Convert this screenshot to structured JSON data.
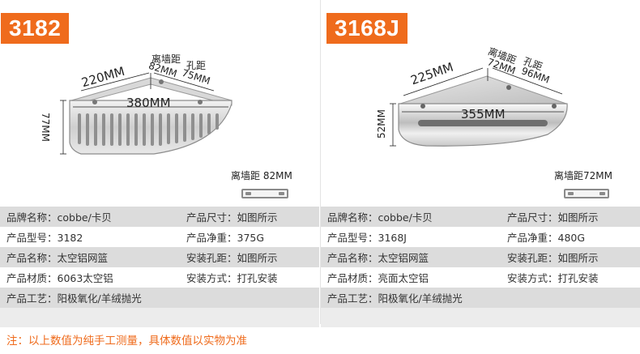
{
  "colors": {
    "accent": "#ef6b1c",
    "row_shaded": "#dcdcdc",
    "row_empty": "#ececec"
  },
  "products": [
    {
      "model": "3182",
      "dimensions": {
        "width": "220MM",
        "wall_distance_label": "离墙距",
        "hole_distance_label": "孔距",
        "wall_distance": "82MM",
        "hole_distance": "75MM",
        "length": "380MM",
        "height": "77MM"
      },
      "mount": {
        "label": "离墙距",
        "value": "82MM"
      },
      "specs": [
        {
          "left": "品牌名称：cobbe/卡贝",
          "right": "产品尺寸：如图所示"
        },
        {
          "left": "产品型号：3182",
          "right": "产品净重：375G"
        },
        {
          "left": "产品名称：太空铝网篮",
          "right": "安装孔距：如图所示"
        },
        {
          "left": "产品材质：6063太空铝",
          "right": "安装方式：打孔安装"
        },
        {
          "left": "产品工艺：阳极氧化/羊绒抛光",
          "right": ""
        }
      ]
    },
    {
      "model": "3168J",
      "dimensions": {
        "width": "225MM",
        "wall_distance_label": "离墙距",
        "hole_distance_label": "孔距",
        "wall_distance": "72MM",
        "hole_distance": "96MM",
        "length": "355MM",
        "height": "52MM"
      },
      "mount": {
        "label": "离墙距",
        "value": "72MM"
      },
      "specs": [
        {
          "left": "品牌名称：cobbe/卡贝",
          "right": "产品尺寸：如图所示"
        },
        {
          "left": "产品型号：3168J",
          "right": "产品净重：480G"
        },
        {
          "left": "产品名称：太空铝网篮",
          "right": "安装孔距：如图所示"
        },
        {
          "left": "产品材质：亮面太空铝",
          "right": "安装方式：打孔安装"
        },
        {
          "left": "产品工艺：阳极氧化/羊绒抛光",
          "right": ""
        }
      ]
    }
  ],
  "footnote": "注：以上数值为纯手工测量，具体数值以实物为准"
}
